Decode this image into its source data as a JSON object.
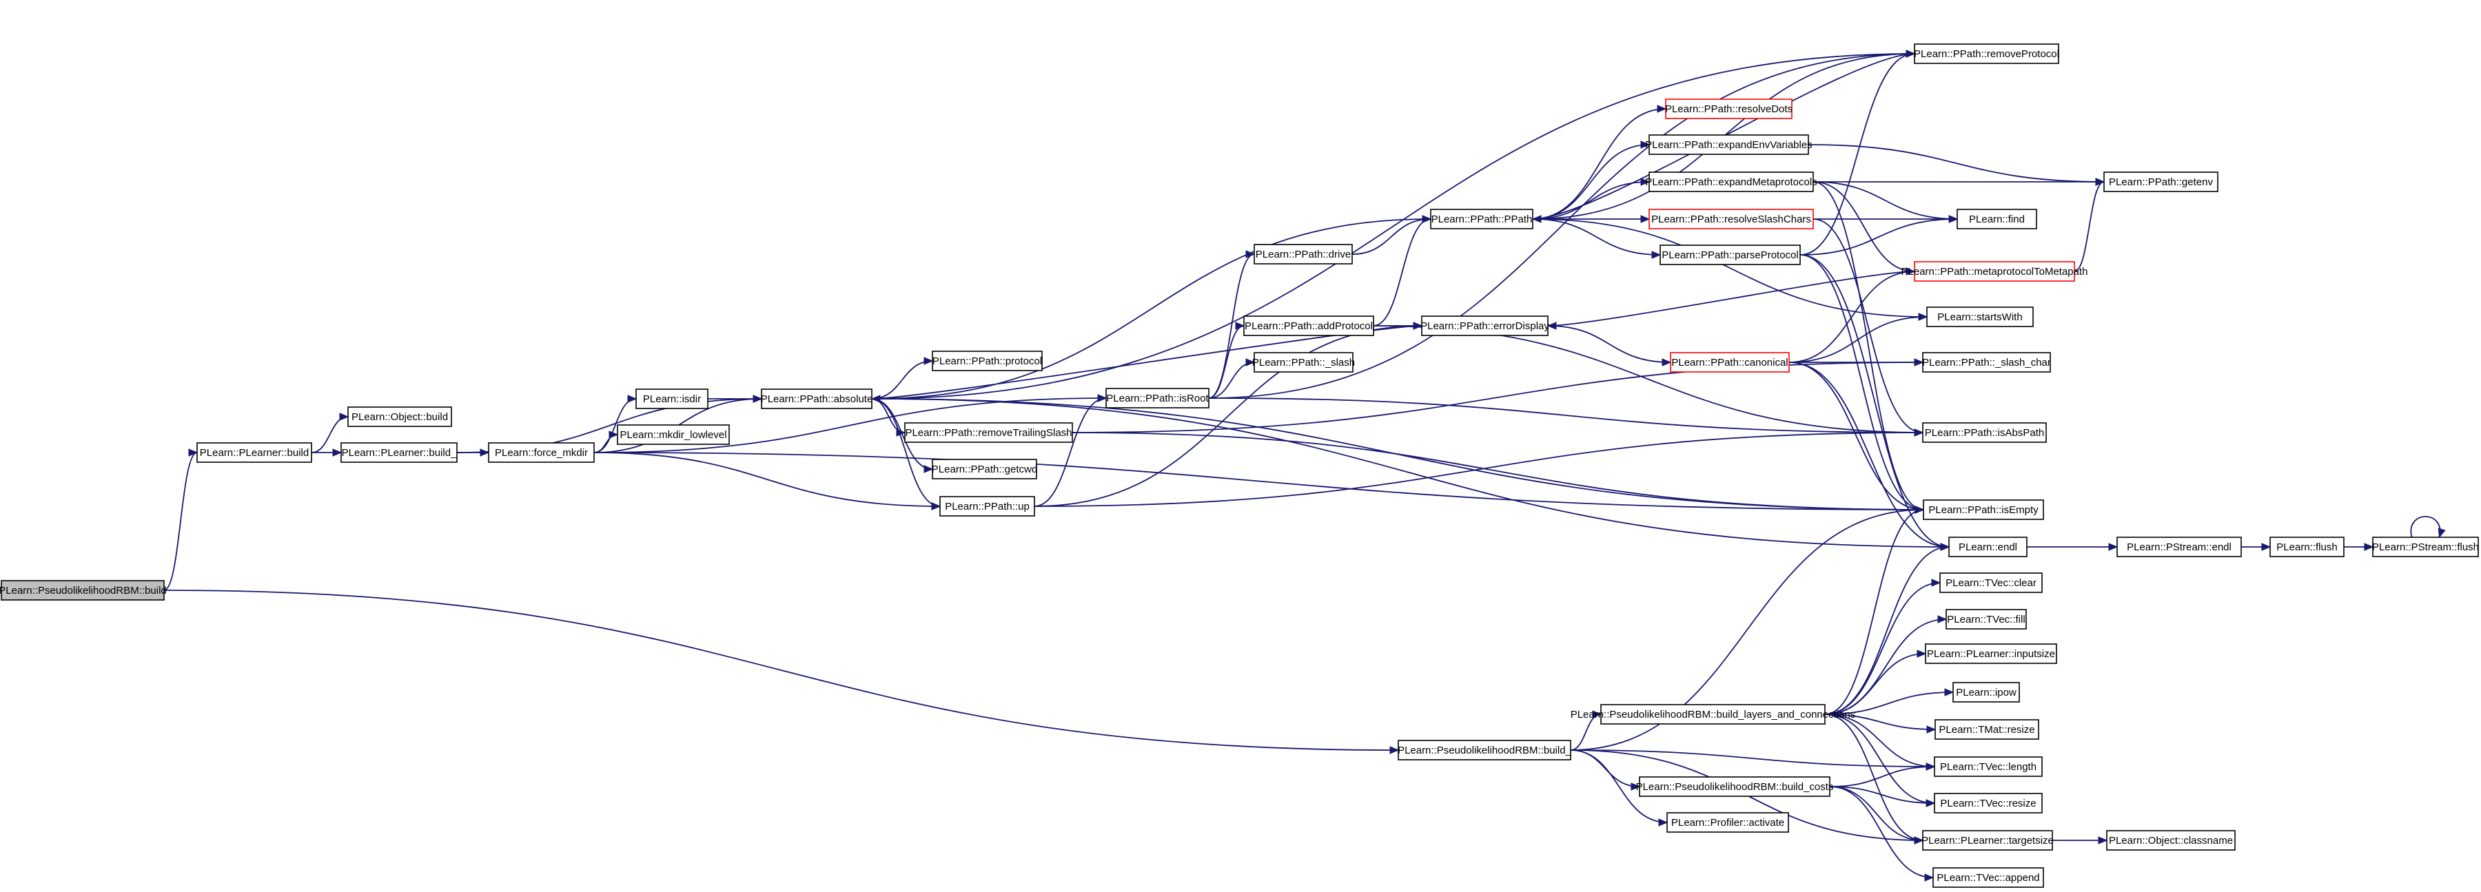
{
  "colors": {
    "edge": "#191970",
    "node_border": "#000000",
    "node_border_incomplete": "#ff0000",
    "root_fill": "#bfbfbf",
    "node_fill": "#ffffff"
  },
  "nodes": [
    {
      "id": "n0",
      "label": "PLearn::PseudolikelihoodRBM::build",
      "style": "root"
    },
    {
      "id": "n1",
      "label": "PLearn::PLearner::build",
      "style": "normal"
    },
    {
      "id": "n2",
      "label": "PLearn::PseudolikelihoodRBM::build_",
      "style": "normal"
    },
    {
      "id": "n3",
      "label": "PLearn::Object::build",
      "style": "normal"
    },
    {
      "id": "n4",
      "label": "PLearn::PLearner::build_",
      "style": "normal"
    },
    {
      "id": "n5",
      "label": "PLearn::force_mkdir",
      "style": "normal"
    },
    {
      "id": "n6",
      "label": "PLearn::isdir",
      "style": "normal"
    },
    {
      "id": "n7",
      "label": "PLearn::mkdir_lowlevel",
      "style": "normal"
    },
    {
      "id": "n8",
      "label": "PLearn::PPath::absolute",
      "style": "normal"
    },
    {
      "id": "n9",
      "label": "PLearn::PPath::protocol",
      "style": "normal"
    },
    {
      "id": "n10",
      "label": "PLearn::PPath::removeTrailingSlash",
      "style": "normal"
    },
    {
      "id": "n11",
      "label": "PLearn::PPath::getcwd",
      "style": "normal"
    },
    {
      "id": "n12",
      "label": "PLearn::PPath::up",
      "style": "normal"
    },
    {
      "id": "n13",
      "label": "PLearn::PPath::drive",
      "style": "normal"
    },
    {
      "id": "n14",
      "label": "PLearn::PPath::addProtocol",
      "style": "normal"
    },
    {
      "id": "n15",
      "label": "PLearn::PPath::_slash",
      "style": "normal"
    },
    {
      "id": "n16",
      "label": "PLearn::PPath::isRoot",
      "style": "normal"
    },
    {
      "id": "n17",
      "label": "PLearn::PPath::PPath",
      "style": "normal"
    },
    {
      "id": "n18",
      "label": "PLearn::PPath::errorDisplay",
      "style": "normal"
    },
    {
      "id": "n19",
      "label": "PLearn::PPath::resolveDots",
      "style": "incomplete"
    },
    {
      "id": "n20",
      "label": "PLearn::PPath::expandEnvVariables",
      "style": "normal"
    },
    {
      "id": "n21",
      "label": "PLearn::PPath::expandMetaprotocols",
      "style": "normal"
    },
    {
      "id": "n22",
      "label": "PLearn::PPath::resolveSlashChars",
      "style": "incomplete"
    },
    {
      "id": "n23",
      "label": "PLearn::PPath::parseProtocol",
      "style": "normal"
    },
    {
      "id": "n24",
      "label": "PLearn::PPath::canonical",
      "style": "incomplete"
    },
    {
      "id": "n25",
      "label": "PLearn::PPath::removeProtocol",
      "style": "normal"
    },
    {
      "id": "n26",
      "label": "PLearn::PPath::getenv",
      "style": "normal"
    },
    {
      "id": "n27",
      "label": "PLearn::find",
      "style": "normal"
    },
    {
      "id": "n28",
      "label": "PLearn::PPath::metaprotocolToMetapath",
      "style": "incomplete"
    },
    {
      "id": "n29",
      "label": "PLearn::startsWith",
      "style": "normal"
    },
    {
      "id": "n30",
      "label": "PLearn::PPath::_slash_char",
      "style": "normal"
    },
    {
      "id": "n31",
      "label": "PLearn::PPath::isAbsPath",
      "style": "normal"
    },
    {
      "id": "n32",
      "label": "PLearn::PPath::isEmpty",
      "style": "normal"
    },
    {
      "id": "n33",
      "label": "PLearn::endl",
      "style": "normal"
    },
    {
      "id": "n34",
      "label": "PLearn::PStream::endl",
      "style": "normal"
    },
    {
      "id": "n35",
      "label": "PLearn::flush",
      "style": "normal"
    },
    {
      "id": "n36",
      "label": "PLearn::PStream::flush",
      "style": "normal"
    },
    {
      "id": "n37",
      "label": "PLearn::TVec::clear",
      "style": "normal"
    },
    {
      "id": "n38",
      "label": "PLearn::TVec::fill",
      "style": "normal"
    },
    {
      "id": "n39",
      "label": "PLearn::PLearner::inputsize",
      "style": "normal"
    },
    {
      "id": "n40",
      "label": "PLearn::ipow",
      "style": "normal"
    },
    {
      "id": "n41",
      "label": "PLearn::TMat::resize",
      "style": "normal"
    },
    {
      "id": "n42",
      "label": "PLearn::TVec::length",
      "style": "normal"
    },
    {
      "id": "n43",
      "label": "PLearn::TVec::resize",
      "style": "normal"
    },
    {
      "id": "n44",
      "label": "PLearn::PLearner::targetsize",
      "style": "normal"
    },
    {
      "id": "n45",
      "label": "PLearn::TVec::append",
      "style": "normal"
    },
    {
      "id": "n46",
      "label": "PLearn::PseudolikelihoodRBM::build_layers_and_connections",
      "style": "normal"
    },
    {
      "id": "n47",
      "label": "PLearn::PseudolikelihoodRBM::build_costs",
      "style": "normal"
    },
    {
      "id": "n48",
      "label": "PLearn::Profiler::activate",
      "style": "normal"
    },
    {
      "id": "n49",
      "label": "PLearn::Object::classname",
      "style": "normal"
    }
  ],
  "edges": [
    [
      "n0",
      "n1"
    ],
    [
      "n0",
      "n2"
    ],
    [
      "n1",
      "n3"
    ],
    [
      "n1",
      "n4"
    ],
    [
      "n4",
      "n5"
    ],
    [
      "n4",
      "n8"
    ],
    [
      "n5",
      "n6"
    ],
    [
      "n5",
      "n7"
    ],
    [
      "n5",
      "n8"
    ],
    [
      "n5",
      "n12"
    ],
    [
      "n5",
      "n16"
    ],
    [
      "n5",
      "n32"
    ],
    [
      "n6",
      "n8"
    ],
    [
      "n8",
      "n9"
    ],
    [
      "n8",
      "n10"
    ],
    [
      "n8",
      "n11"
    ],
    [
      "n8",
      "n12"
    ],
    [
      "n8",
      "n17"
    ],
    [
      "n8",
      "n25"
    ],
    [
      "n8",
      "n32"
    ],
    [
      "n8",
      "n33"
    ],
    [
      "n10",
      "n30"
    ],
    [
      "n10",
      "n32"
    ],
    [
      "n12",
      "n16"
    ],
    [
      "n12",
      "n18"
    ],
    [
      "n12",
      "n31"
    ],
    [
      "n16",
      "n13"
    ],
    [
      "n16",
      "n14"
    ],
    [
      "n16",
      "n15"
    ],
    [
      "n16",
      "n25"
    ],
    [
      "n16",
      "n31"
    ],
    [
      "n13",
      "n17"
    ],
    [
      "n14",
      "n17"
    ],
    [
      "n14",
      "n18"
    ],
    [
      "n14",
      "n31"
    ],
    [
      "n17",
      "n19"
    ],
    [
      "n17",
      "n20"
    ],
    [
      "n17",
      "n21"
    ],
    [
      "n17",
      "n22"
    ],
    [
      "n17",
      "n23"
    ],
    [
      "n17",
      "n25"
    ],
    [
      "n17",
      "n29"
    ],
    [
      "n18",
      "n8"
    ],
    [
      "n18",
      "n24"
    ],
    [
      "n20",
      "n26"
    ],
    [
      "n21",
      "n26"
    ],
    [
      "n21",
      "n27"
    ],
    [
      "n21",
      "n28"
    ],
    [
      "n21",
      "n32"
    ],
    [
      "n22",
      "n27"
    ],
    [
      "n22",
      "n31"
    ],
    [
      "n23",
      "n27"
    ],
    [
      "n23",
      "n25"
    ],
    [
      "n23",
      "n32"
    ],
    [
      "n23",
      "n33"
    ],
    [
      "n24",
      "n28"
    ],
    [
      "n24",
      "n29"
    ],
    [
      "n24",
      "n30"
    ],
    [
      "n24",
      "n32"
    ],
    [
      "n24",
      "n33"
    ],
    [
      "n25",
      "n17"
    ],
    [
      "n28",
      "n26"
    ],
    [
      "n28",
      "n18"
    ],
    [
      "n33",
      "n34"
    ],
    [
      "n34",
      "n35"
    ],
    [
      "n35",
      "n36"
    ],
    [
      "n36",
      "n36"
    ],
    [
      "n2",
      "n46"
    ],
    [
      "n2",
      "n47"
    ],
    [
      "n2",
      "n48"
    ],
    [
      "n2",
      "n44"
    ],
    [
      "n2",
      "n42"
    ],
    [
      "n2",
      "n32"
    ],
    [
      "n46",
      "n37"
    ],
    [
      "n46",
      "n38"
    ],
    [
      "n46",
      "n39"
    ],
    [
      "n46",
      "n40"
    ],
    [
      "n46",
      "n41"
    ],
    [
      "n46",
      "n42"
    ],
    [
      "n46",
      "n43"
    ],
    [
      "n46",
      "n44"
    ],
    [
      "n46",
      "n33"
    ],
    [
      "n46",
      "n32"
    ],
    [
      "n47",
      "n42"
    ],
    [
      "n47",
      "n43"
    ],
    [
      "n47",
      "n44"
    ],
    [
      "n47",
      "n45"
    ],
    [
      "n44",
      "n49"
    ]
  ]
}
